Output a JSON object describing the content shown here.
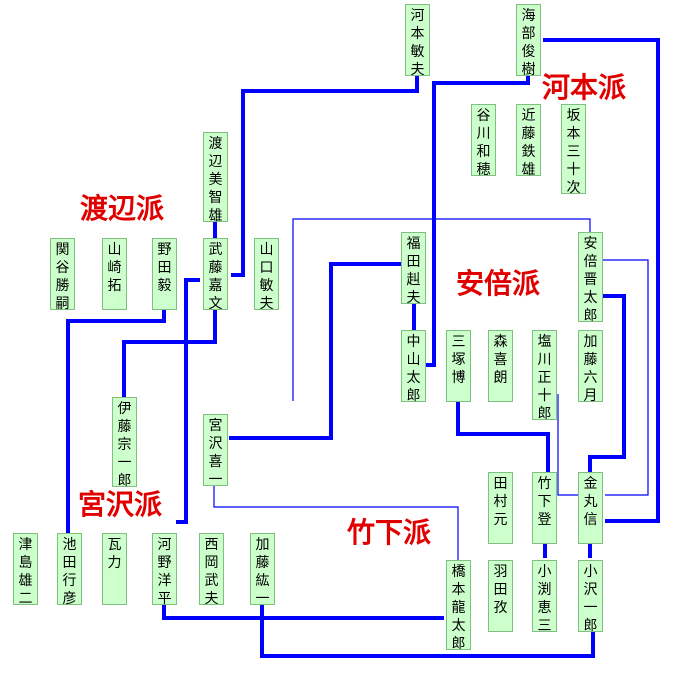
{
  "colors": {
    "box_bg": "#ccffcc",
    "box_border": "#7fbf7f",
    "thick_line": "#0000ff",
    "thin_line": "#0000ff",
    "faction_label": "#e00000"
  },
  "factions": {
    "kawamoto": "河本派",
    "watanabe": "渡辺派",
    "abe": "安倍派",
    "miyazawa": "宮沢派",
    "takeshita": "竹下派"
  },
  "people": {
    "kawamoto_toshio": "河本敏夫",
    "kaifu_toshiki": "海部俊樹",
    "tanikawa_kazuho": "谷川和穂",
    "kondo_tetsuo": "近藤鉄雄",
    "sakamoto_misoji": "坂本三十次",
    "watanabe_michio": "渡辺美智雄",
    "sekiya_katsutsugu": "関谷勝嗣",
    "yamazaki_taku": "山崎拓",
    "noda_takeshi": "野田毅",
    "muto_kabun": "武藤嘉文",
    "yamaguchi_toshio": "山口敏夫",
    "fukuda_takeo": "福田赳夫",
    "abe_shintaro": "安倍晋太郎",
    "nakayama_taro": "中山太郎",
    "mitsuzuka_hiroshi": "三塚博",
    "mori_yoshiro": "森喜朗",
    "shiokawa_masajuro": "塩川正十郎",
    "kato_mutsuki": "加藤六月",
    "ito_soichiro": "伊藤宗一郎",
    "miyazawa_kiichi": "宮沢喜一",
    "tamura_hajime": "田村元",
    "takeshita_noboru": "竹下登",
    "kanemaru_shin": "金丸信",
    "tsushima_yuji": "津島雄二",
    "ikeda_yukihiko": "池田行彦",
    "kawara_tsutomu": "瓦力",
    "kono_yohei": "河野洋平",
    "nishioka_takeo": "西岡武夫",
    "kato_koichi": "加藤紘一",
    "hashimoto_ryutaro": "橋本龍太郎",
    "hata_tsutomu": "羽田孜",
    "obuchi_keizo": "小渕恵三",
    "ozawa_ichiro": "小沢一郎"
  }
}
